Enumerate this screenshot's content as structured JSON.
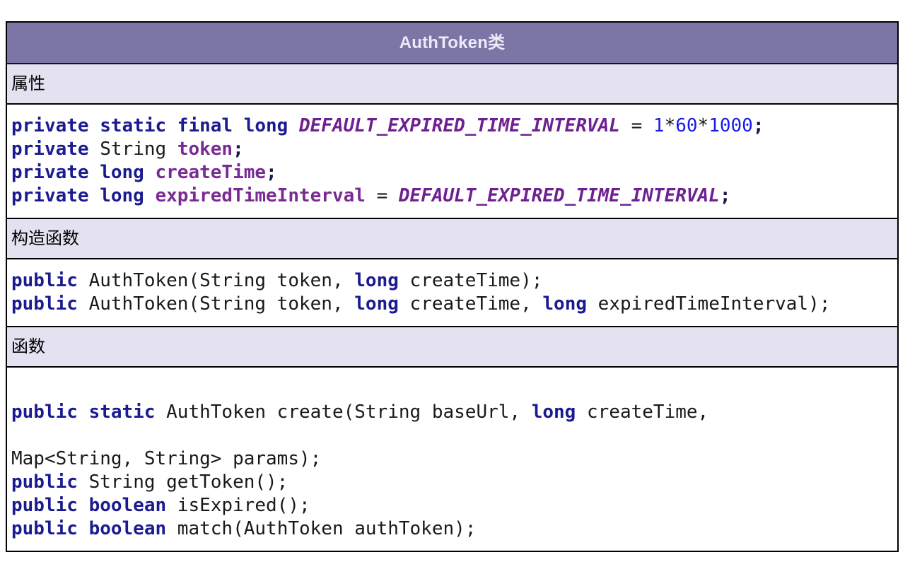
{
  "table": {
    "title": "AuthToken类",
    "colors": {
      "title_bg": "#7b76a6",
      "title_text": "#edeaf7",
      "section_bg": "#e4e2f0",
      "border": "#000000",
      "keyword": "#1b1b91",
      "field": "#7a2a94",
      "constant": "#6f2090",
      "number": "#1a1ae6",
      "plain": "#191919"
    },
    "sections": [
      {
        "header": "属性",
        "code": [
          [
            {
              "c": "kw",
              "t": "private static final long"
            },
            {
              "c": "plain",
              "t": " "
            },
            {
              "c": "const",
              "t": "DEFAULT_EXPIRED_TIME_INTERVAL"
            },
            {
              "c": "plain",
              "t": " = "
            },
            {
              "c": "num",
              "t": "1"
            },
            {
              "c": "plain",
              "t": "*"
            },
            {
              "c": "num",
              "t": "60"
            },
            {
              "c": "plain",
              "t": "*"
            },
            {
              "c": "num",
              "t": "1000"
            },
            {
              "c": "punct",
              "t": ";"
            }
          ],
          [
            {
              "c": "kw",
              "t": "private"
            },
            {
              "c": "plain",
              "t": " String "
            },
            {
              "c": "field",
              "t": "token"
            },
            {
              "c": "punct",
              "t": ";"
            }
          ],
          [
            {
              "c": "kw",
              "t": "private long"
            },
            {
              "c": "plain",
              "t": " "
            },
            {
              "c": "field",
              "t": "createTime"
            },
            {
              "c": "punct",
              "t": ";"
            }
          ],
          [
            {
              "c": "kw",
              "t": "private long"
            },
            {
              "c": "plain",
              "t": " "
            },
            {
              "c": "field",
              "t": "expiredTimeInterval"
            },
            {
              "c": "plain",
              "t": " = "
            },
            {
              "c": "const",
              "t": "DEFAULT_EXPIRED_TIME_INTERVAL"
            },
            {
              "c": "punct",
              "t": ";"
            }
          ]
        ]
      },
      {
        "header": "构造函数",
        "code": [
          [
            {
              "c": "kw",
              "t": "public"
            },
            {
              "c": "plain",
              "t": " AuthToken(String token, "
            },
            {
              "c": "kw",
              "t": "long"
            },
            {
              "c": "plain",
              "t": " createTime);"
            }
          ],
          [
            {
              "c": "kw",
              "t": "public"
            },
            {
              "c": "plain",
              "t": " AuthToken(String token, "
            },
            {
              "c": "kw",
              "t": "long"
            },
            {
              "c": "plain",
              "t": " createTime, "
            },
            {
              "c": "kw",
              "t": "long"
            },
            {
              "c": "plain",
              "t": " expiredTimeInterval);"
            }
          ]
        ]
      },
      {
        "header": "函数",
        "code": [
          [],
          [
            {
              "c": "kw",
              "t": "public static"
            },
            {
              "c": "plain",
              "t": " AuthToken create(String baseUrl, "
            },
            {
              "c": "kw",
              "t": "long"
            },
            {
              "c": "plain",
              "t": " createTime,"
            }
          ],
          [],
          [
            {
              "c": "plain",
              "t": "Map<String, String> params);"
            }
          ],
          [
            {
              "c": "kw",
              "t": "public"
            },
            {
              "c": "plain",
              "t": " String getToken();"
            }
          ],
          [
            {
              "c": "kw",
              "t": "public boolean"
            },
            {
              "c": "plain",
              "t": " isExpired();"
            }
          ],
          [
            {
              "c": "kw",
              "t": "public boolean"
            },
            {
              "c": "plain",
              "t": " match(AuthToken authToken);"
            }
          ]
        ]
      }
    ]
  }
}
